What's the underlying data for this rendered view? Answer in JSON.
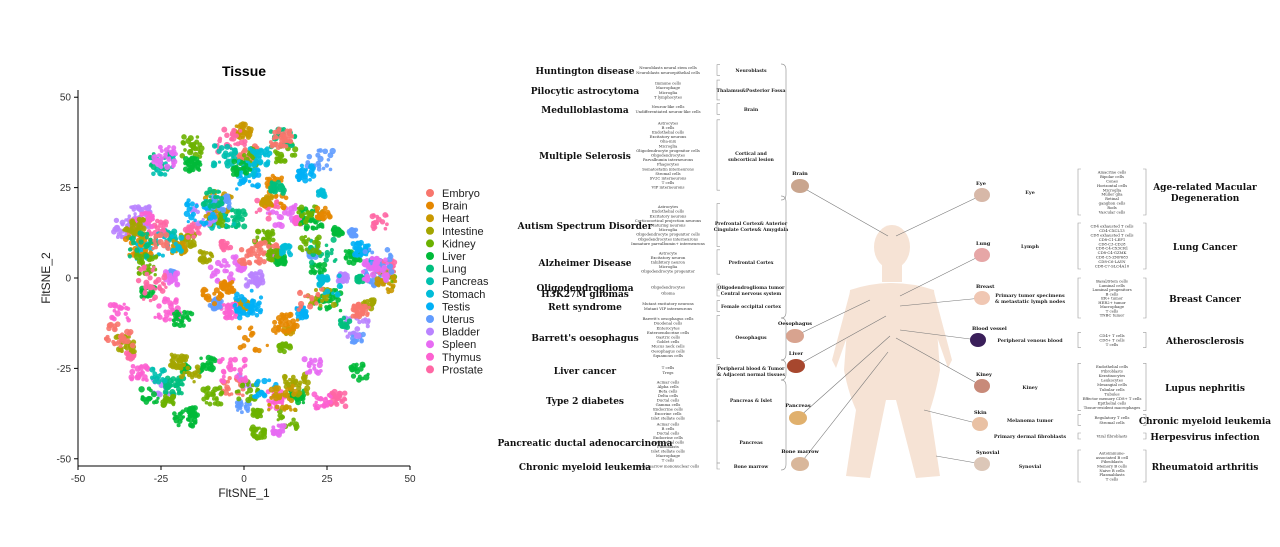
{
  "tsne": {
    "title": "Tissue",
    "xlabel": "FltSNE_1",
    "ylabel": "FltSNE_2",
    "xticks": [
      "-50",
      "-25",
      "0",
      "25",
      "50"
    ],
    "yticks": [
      "50",
      "25",
      "0",
      "-25",
      "-50"
    ]
  },
  "chart_data": {
    "type": "scatter",
    "title": "Tissue",
    "xlabel": "FltSNE_1",
    "ylabel": "FltSNE_2",
    "xlim": [
      -50,
      50
    ],
    "ylim": [
      -52,
      52
    ],
    "legend_placement": "right",
    "series": [
      {
        "name": "Embryo",
        "color": "#F8766D"
      },
      {
        "name": "Brain",
        "color": "#E58700"
      },
      {
        "name": "Heart",
        "color": "#C99800"
      },
      {
        "name": "Intestine",
        "color": "#A3A500"
      },
      {
        "name": "Kidney",
        "color": "#6BB100"
      },
      {
        "name": "Liver",
        "color": "#00BA38"
      },
      {
        "name": "Lung",
        "color": "#00BF7D"
      },
      {
        "name": "Pancreas",
        "color": "#00C0AF"
      },
      {
        "name": "Stomach",
        "color": "#00BCD8"
      },
      {
        "name": "Testis",
        "color": "#00B0F6"
      },
      {
        "name": "Uterus",
        "color": "#619CFF"
      },
      {
        "name": "Bladder",
        "color": "#B983FF"
      },
      {
        "name": "Spleen",
        "color": "#E76BF3"
      },
      {
        "name": "Thymus",
        "color": "#FD61D1"
      },
      {
        "name": "Prostate",
        "color": "#FF67A4"
      }
    ]
  },
  "diagram": {
    "left": [
      {
        "disease": "Huntington disease",
        "cells": [
          "Neuroblasts neural stem cells",
          "Neuroblasts neuroepithelial cells"
        ],
        "tissue": "Neuroblasts"
      },
      {
        "disease": "Pilocytic astrocytoma",
        "cells": [
          "Immune cells",
          "Macrophage",
          "Microglia",
          "T lymphocytes"
        ],
        "tissue": "Thalamus&Posterior Fossa"
      },
      {
        "disease": "Medulloblastoma",
        "cells": [
          "Neuron-like cells",
          "Undifferentiated neuron-like cells"
        ],
        "tissue": "Brain"
      },
      {
        "disease": "Multiple Selerosis",
        "cells": [
          "Astrocytes",
          "B cells",
          "Endothelial cells",
          "Excitatory neurons",
          "Glia-mix",
          "Microglia",
          "Oligodendrocyte progenitor cells",
          "Oligodendrocytes",
          "Parvalbumin interneurons",
          "Phagocytes",
          "Somatostatin interneurons",
          "Stromal cells",
          "SV2C interneurons",
          "T cells",
          "VIP interneurons"
        ],
        "tissue": "Cortical and subcortical lesion"
      },
      {
        "disease": "Autism Spectrum Disorder",
        "cells": [
          "Astrocytes",
          "Endothelial cells",
          "Excitatory neurons",
          "Corticocortical projection neurons",
          "Maturing neurons",
          "Microglia",
          "Oligodendrocyte progenitor cells",
          "Oligodendrocytes interneurons",
          "Immature parvalbumin+ interneurons"
        ],
        "tissue": "Prefrontal Cortex& Anterior Cingulate Cortex& Amygdala"
      },
      {
        "disease": "Alzheimer Disease",
        "cells": [
          "Astrocyte",
          "Excitatory neuron",
          "Inhibitory neuron",
          "Microglia",
          "Oligodendrocyte progenitor"
        ],
        "tissue": "Prefrontal Cortex"
      },
      {
        "disease": "Oligodendroglioma",
        "cells": [
          "Oligodendrocytes"
        ],
        "tissue": "Oligodendroglioma tumor"
      },
      {
        "disease": "H3K27M gliomas",
        "cells": [
          "Glioma"
        ],
        "tissue": "Central nervous system"
      },
      {
        "disease": "Rett syndrome",
        "cells": [
          "Mutant excitatory neurons",
          "Mutant VIP interneurons"
        ],
        "tissue": "Female occipital cortex"
      },
      {
        "disease": "Barrett's oesophagus",
        "cells": [
          "Barrett's oesophagus cells",
          "Duodenal cells",
          "Enterocytes",
          "Enteroendocrine cells",
          "Gastric cells",
          "Goblet cells",
          "Mucus neck cells",
          "Oesophagus cells",
          "Squamous cells"
        ],
        "tissue": "Oesophagus"
      },
      {
        "disease": "Liver cancer",
        "cells": [
          "T cells",
          "Tregs"
        ],
        "tissue": "Peripheral blood & Tumor & Adjacent normal tissues"
      },
      {
        "disease": "Type 2 diabetes",
        "cells": [
          "Acinar cells",
          "Alpha cells",
          "Beta cells",
          "Delta cells",
          "Ductal cells",
          "Gamma cells",
          "Endocrine cells",
          "Exocrine cells",
          "Islet stellate cells"
        ],
        "tissue": "Pancreas & Islet"
      },
      {
        "disease": "Pancreatic ductal adenocarcinoma",
        "cells": [
          "Acinar cells",
          "B cells",
          "Ductal cells",
          "Endocrine cells",
          "Endothelial cells",
          "Fibroblasts",
          "Islet stellate cells",
          "Macrophage",
          "T cells"
        ],
        "tissue": "Pancreas"
      },
      {
        "disease": "Chronic myeloid leukemia",
        "cells": [
          "Bone marrow mononuclear cells"
        ],
        "tissue": "Bone marrow"
      }
    ],
    "organs_left": [
      "Brain",
      "Oesophagus",
      "Liver",
      "Pancreas",
      "Bone marrow"
    ],
    "organs_right": [
      "Eye",
      "Lung",
      "Breast",
      "Blood vessel",
      "Kiney",
      "Skin",
      "Synovial"
    ],
    "right": [
      {
        "tissue": "Eye",
        "cells": [
          "Amacrine cells",
          "Bipolar cells",
          "Cones",
          "Horizontal cells",
          "Microglia",
          "Müller glia",
          "Retinal",
          "ganglion cells",
          "Rods",
          "Vascular cells"
        ],
        "disease": "Age-related Macular Degeneration"
      },
      {
        "tissue": "Lymph",
        "cells": [
          "CD4 exhausted T cells",
          "CD4-CXCL13",
          "CD8 exhausted T cells",
          "CD8-C1-LEF1",
          "CD8-C3-CD28",
          "CD8-C4-CX3CR1",
          "CD8-C4-GZMK",
          "CD8-C5-ZNF683",
          "CD8-C6-LAYN",
          "CD8-C7-SLC4A10"
        ],
        "disease": "Lung Cancer"
      },
      {
        "tissue": "Primary tumor specimens & metastatic lymph nodes",
        "cells": [
          "Basal/Stem cells",
          "Luminal cells",
          "Luminal progenitors",
          "B cells",
          "ER+ tumor",
          "HER2+ tumor",
          "Macrophage",
          "T cells",
          "TNBC tumor"
        ],
        "disease": "Breast Cancer"
      },
      {
        "tissue": "Peripheral venous blood",
        "cells": [
          "CD4+ T cells",
          "CD8+ T cells",
          "T cells"
        ],
        "disease": "Atherosclerosis"
      },
      {
        "tissue": "Kiney",
        "cells": [
          "Endothelial cells",
          "Fibroblasts",
          "Keratinocytes",
          "Leukocytes",
          "Mesangial cells",
          "Tubular cells",
          "Tubules",
          "Effector memory CD8+ T cells",
          "Epithelial cells",
          "Tissue-resident macrophages"
        ],
        "disease": "Lupus nephritis"
      },
      {
        "tissue": "Melanoma tumor",
        "cells": [
          "Regulatory T cells",
          "Stromal cells"
        ],
        "disease": "Chronic myeloid leukemia"
      },
      {
        "tissue": "Primary dermal fibroblasts",
        "cells": [
          "Viral fibroblasts"
        ],
        "disease": "Herpesvirus infection"
      },
      {
        "tissue": "Synovial",
        "cells": [
          "Autoimmune-",
          "associated B cell",
          "Fibroblasts",
          "Memory B cells",
          "Naive B cells",
          "Plasmablasts",
          "T cells"
        ],
        "disease": "Rheumatoid arthritis"
      }
    ]
  }
}
